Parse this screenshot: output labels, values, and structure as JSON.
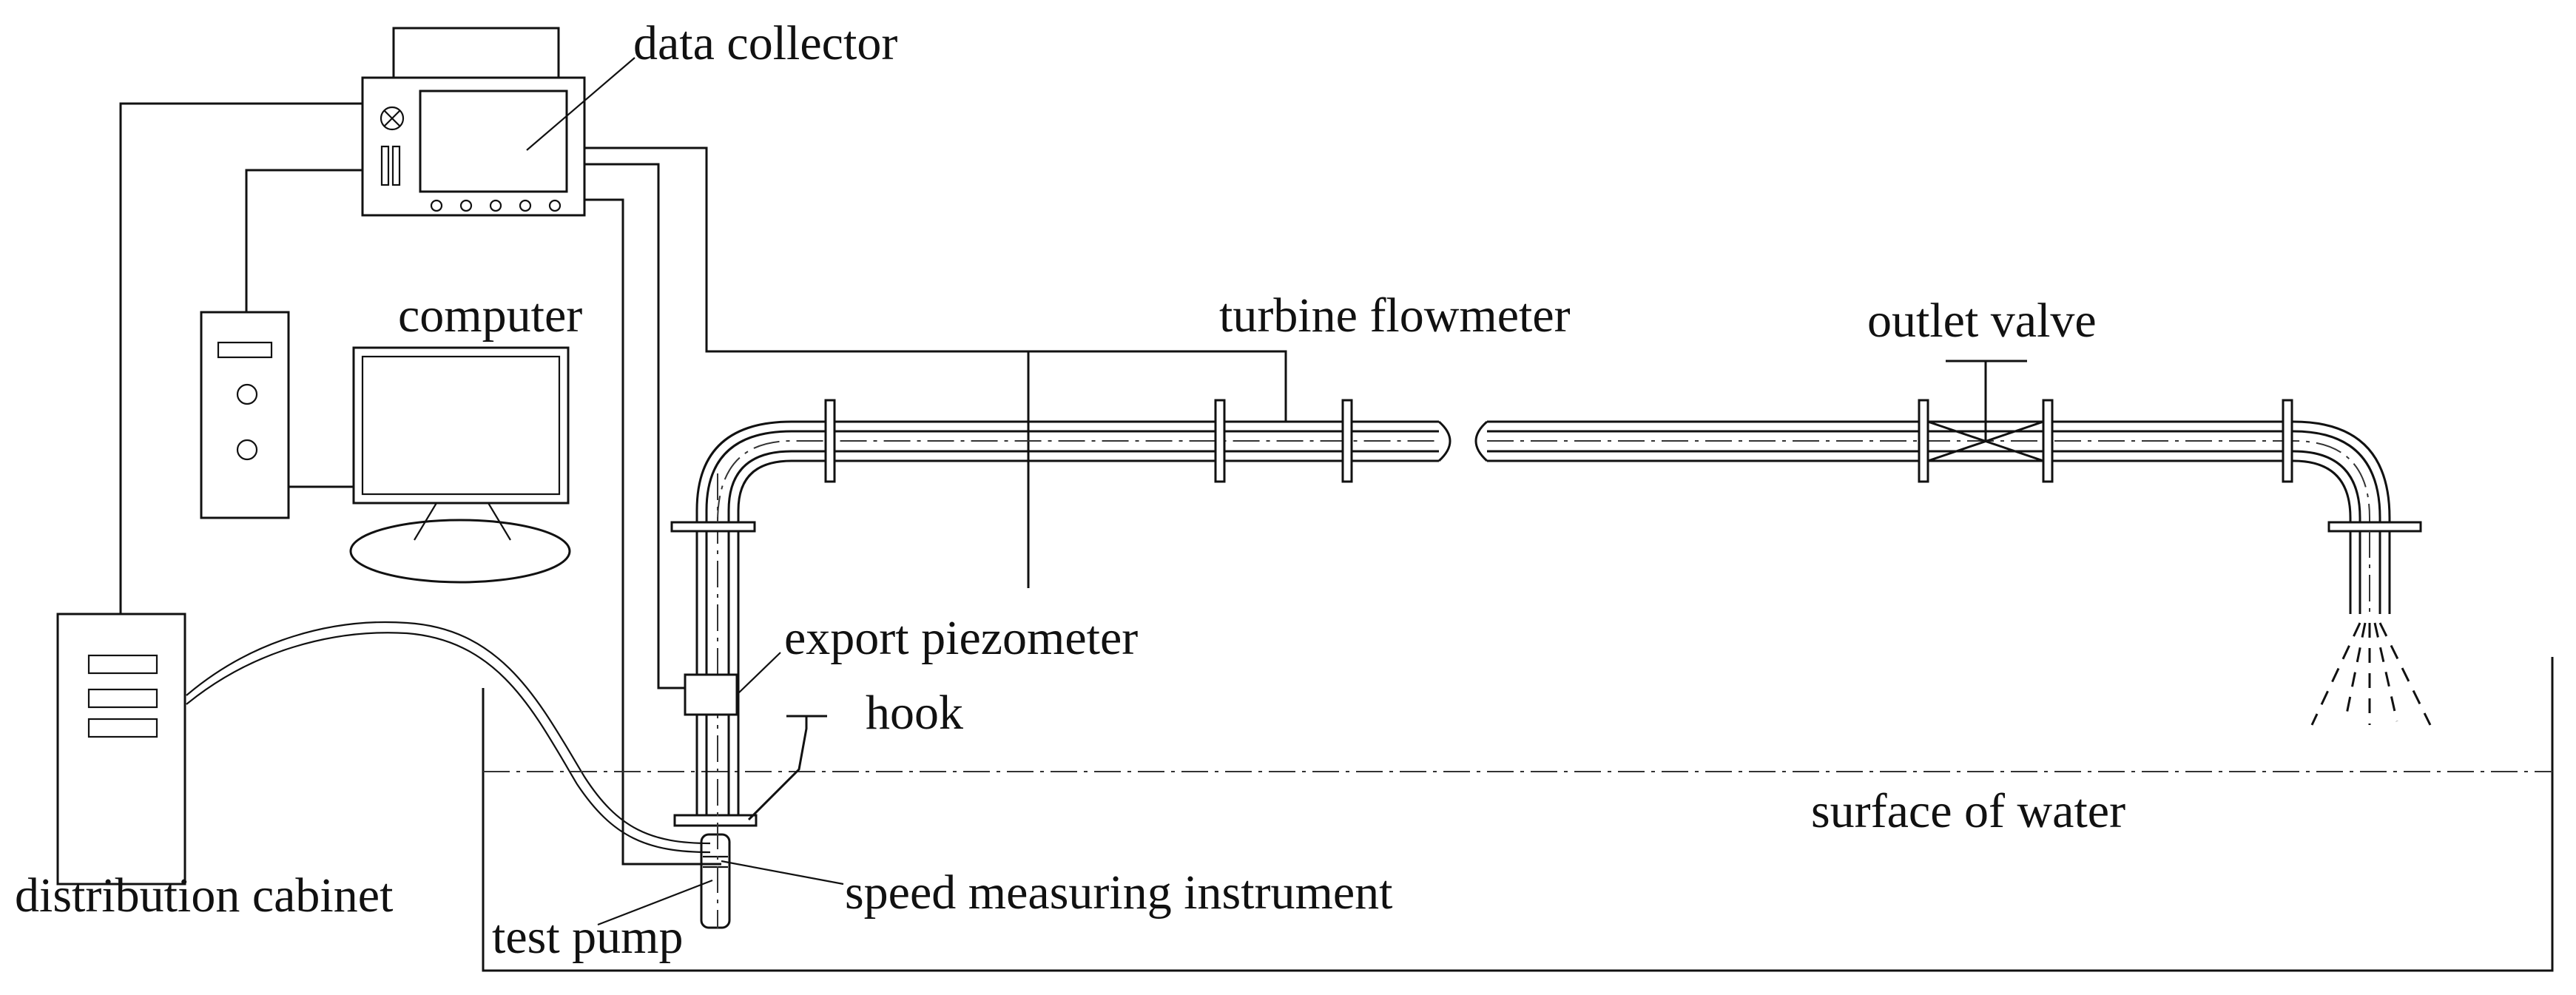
{
  "labels": {
    "data_collector": "data collector",
    "computer": "computer",
    "turbine_flowmeter": "turbine flowmeter",
    "outlet_valve": "outlet valve",
    "export_piezometer": "export piezometer",
    "hook": "hook",
    "surface_of_water": "surface of water",
    "distribution_cabinet": "distribution cabinet",
    "speed_measuring_instrument": "speed measuring instrument",
    "test_pump": "test pump"
  },
  "icons": [
    "screen-icon",
    "control-knob-icon",
    "valve-icon",
    "water-spray-icon"
  ]
}
